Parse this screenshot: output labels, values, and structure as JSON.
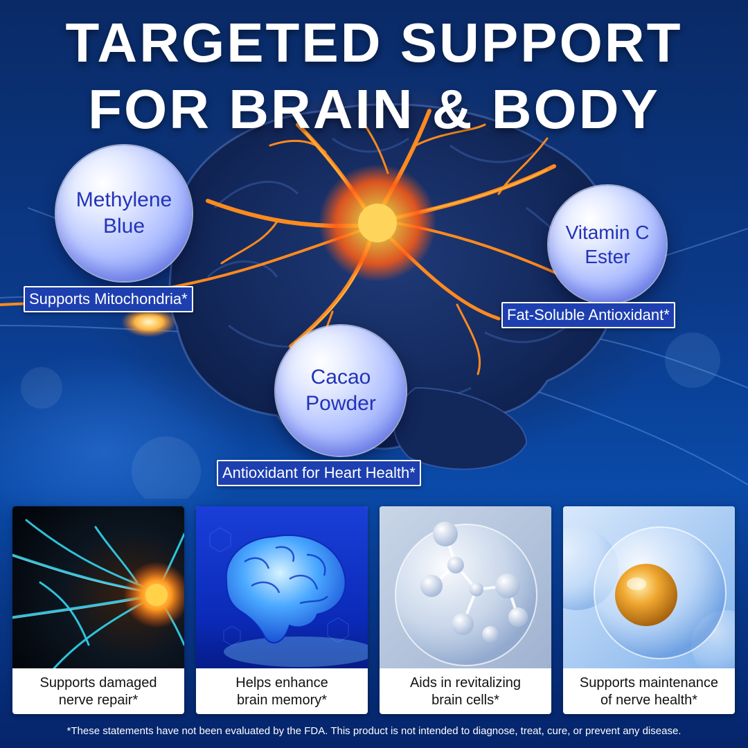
{
  "headline": {
    "line1": "TARGETED SUPPORT",
    "line2": "FOR BRAIN & BODY"
  },
  "ingredients": [
    {
      "name_line1": "Methylene",
      "name_line2": "Blue",
      "benefit": "Supports Mitochondria*"
    },
    {
      "name_line1": "Vitamin C",
      "name_line2": "Ester",
      "benefit": "Fat-Soluble Antioxidant*"
    },
    {
      "name_line1": "Cacao",
      "name_line2": "Powder",
      "benefit": "Antioxidant for Heart Health*"
    }
  ],
  "benefit_cards": [
    {
      "line1": "Supports damaged",
      "line2": "nerve repair*"
    },
    {
      "line1": "Helps enhance",
      "line2": "brain memory*"
    },
    {
      "line1": "Aids in revitalizing",
      "line2": "brain cells*"
    },
    {
      "line1": "Supports maintenance",
      "line2": "of nerve health*"
    }
  ],
  "disclaimer": "*These statements have not been evaluated by the FDA. This product is not intended to diagnose, treat, cure, or prevent any disease.",
  "colors": {
    "background": "#0b3a8a",
    "bubble_text": "#2233b8",
    "tag_fill": "#1d3fb0",
    "neuron_glow": "#ff7a1a"
  }
}
